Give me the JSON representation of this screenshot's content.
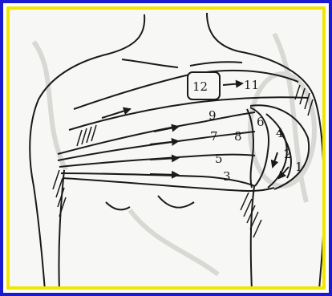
{
  "figure": {
    "colors": {
      "outer_border": "#1a1ad0",
      "inner_border": "#f2e600",
      "ink": "#1a1a1a",
      "background": "#f7f7f5"
    },
    "labels": {
      "n1": "1",
      "n2": "2",
      "n3": "3",
      "n4": "4",
      "n5": "5",
      "n6": "6",
      "n7": "7",
      "n8": "8",
      "n9": "9",
      "n11": "11",
      "n12": "12"
    }
  }
}
